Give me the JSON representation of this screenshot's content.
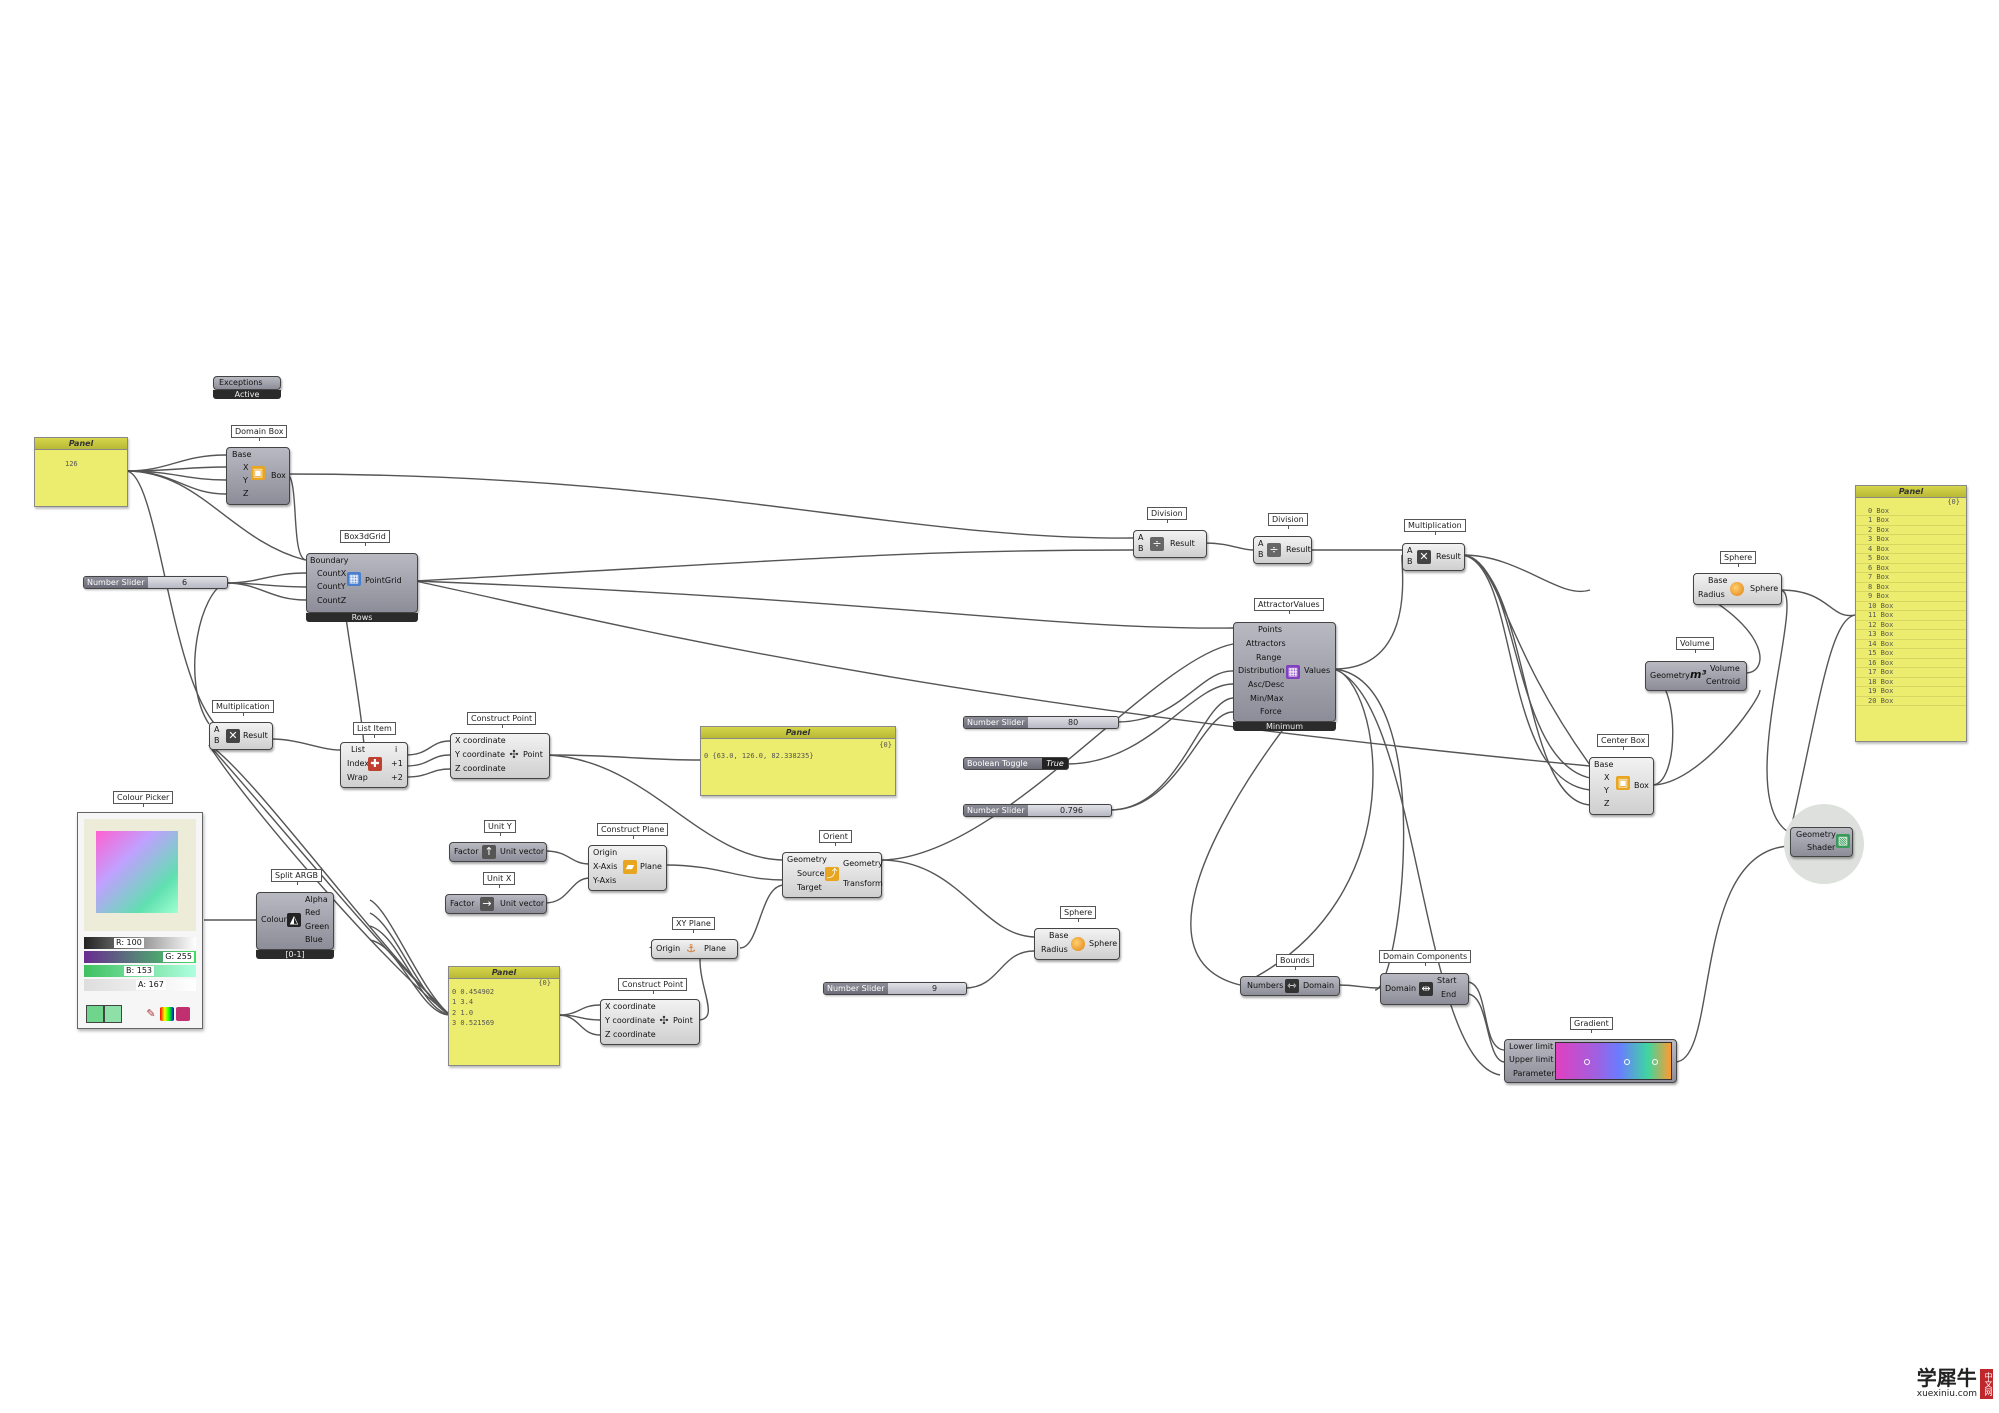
{
  "components": {
    "exceptions": {
      "name": "Exceptions",
      "state": "Active"
    },
    "panel_input": {
      "title": "Panel",
      "content": "126"
    },
    "domain_box": {
      "label": "Domain Box",
      "inputs": [
        "Base",
        "X",
        "Y",
        "Z"
      ],
      "outputs": [
        "Box"
      ]
    },
    "box3dgrid": {
      "label": "Box3dGrid",
      "inputs": [
        "Boundary",
        "CountX",
        "CountY",
        "CountZ"
      ],
      "outputs": [
        "PointGrid"
      ],
      "footer": "Rows"
    },
    "slider_count": {
      "name": "Number Slider",
      "value": "6"
    },
    "mult_left": {
      "label": "Multiplication",
      "inputs": [
        "A",
        "B"
      ],
      "outputs": [
        "Result"
      ]
    },
    "list_item": {
      "label": "List Item",
      "inputs": [
        "List",
        "Index",
        "Wrap"
      ],
      "outputs": [
        "i",
        "+1",
        "+2"
      ]
    },
    "construct_point_top": {
      "label": "Construct Point",
      "inputs": [
        "X coordinate",
        "Y coordinate",
        "Z coordinate"
      ],
      "outputs": [
        "Point"
      ]
    },
    "panel_point": {
      "title": "Panel",
      "header": "{0}",
      "content": "0 {63.0, 126.0, 82.338235}"
    },
    "colour_picker": {
      "label": "Colour Picker",
      "r": "R: 100",
      "g": "G: 255",
      "b": "B: 153",
      "a": "A: 167"
    },
    "split_argb": {
      "label": "Split ARGB",
      "inputs": [
        "Colour"
      ],
      "outputs": [
        "Alpha",
        "Red",
        "Green",
        "Blue"
      ],
      "footer": "[0-1]"
    },
    "unit_y": {
      "label": "Unit Y",
      "inputs": [
        "Factor"
      ],
      "outputs": [
        "Unit vector"
      ]
    },
    "unit_x": {
      "label": "Unit X",
      "inputs": [
        "Factor"
      ],
      "outputs": [
        "Unit vector"
      ]
    },
    "construct_plane": {
      "label": "Construct Plane",
      "inputs": [
        "Origin",
        "X-Axis",
        "Y-Axis"
      ],
      "outputs": [
        "Plane"
      ]
    },
    "orient": {
      "label": "Orient",
      "inputs": [
        "Geometry",
        "Source",
        "Target"
      ],
      "outputs": [
        "Geometry",
        "Transform"
      ]
    },
    "xy_plane": {
      "label": "XY Plane",
      "inputs": [
        "Origin"
      ],
      "outputs": [
        "Plane"
      ]
    },
    "panel_values": {
      "title": "Panel",
      "header": "{0}",
      "rows": [
        "0 0.454902",
        "1 3.4",
        "2 1.0",
        "3 0.521569"
      ]
    },
    "construct_point_bottom": {
      "label": "Construct Point",
      "inputs": [
        "X coordinate",
        "Y coordinate",
        "Z coordinate"
      ],
      "outputs": [
        "Point"
      ]
    },
    "sphere_mid": {
      "label": "Sphere",
      "inputs": [
        "Base",
        "Radius"
      ],
      "outputs": [
        "Sphere"
      ]
    },
    "slider_radius": {
      "name": "Number Slider",
      "value": "9"
    },
    "division_1": {
      "label": "Division",
      "inputs": [
        "A",
        "B"
      ],
      "outputs": [
        "Result"
      ]
    },
    "division_2": {
      "label": "Division",
      "inputs": [
        "A",
        "B"
      ],
      "outputs": [
        "Result"
      ]
    },
    "mult_right": {
      "label": "Multiplication",
      "inputs": [
        "A",
        "B"
      ],
      "outputs": [
        "Result"
      ]
    },
    "attractor_values": {
      "label": "AttractorValues",
      "inputs": [
        "Points",
        "Attractors",
        "Range",
        "Distribution",
        "Asc/Desc",
        "Min/Max",
        "Force"
      ],
      "outputs": [
        "Values"
      ],
      "footer": "Minimum"
    },
    "slider_range": {
      "name": "Number Slider",
      "value": "80"
    },
    "toggle": {
      "name": "Boolean Toggle",
      "value": "True"
    },
    "slider_force": {
      "name": "Number Slider",
      "value": "0.796"
    },
    "sphere_right": {
      "label": "Sphere",
      "inputs": [
        "Base",
        "Radius"
      ],
      "outputs": [
        "Sphere"
      ]
    },
    "volume": {
      "label": "Volume",
      "inputs": [
        "Geometry"
      ],
      "outputs": [
        "Volume",
        "Centroid"
      ]
    },
    "center_box": {
      "label": "Center Box",
      "inputs": [
        "Base",
        "X",
        "Y",
        "Z"
      ],
      "outputs": [
        "Box"
      ]
    },
    "custom_preview": {
      "inputs": [
        "Geometry",
        "Shader"
      ]
    },
    "bounds": {
      "label": "Bounds",
      "inputs": [
        "Numbers"
      ],
      "outputs": [
        "Domain"
      ]
    },
    "domain_components": {
      "label": "Domain Components",
      "inputs": [
        "Domain"
      ],
      "outputs": [
        "Start",
        "End"
      ]
    },
    "gradient": {
      "label": "Gradient",
      "inputs": [
        "Lower limit",
        "Upper limit",
        "Parameter"
      ]
    },
    "panel_output": {
      "title": "Panel",
      "header": "{0}",
      "rows": [
        "0 Box",
        "1 Box",
        "2 Box",
        "3 Box",
        "4 Box",
        "5 Box",
        "6 Box",
        "7 Box",
        "8 Box",
        "9 Box",
        "10 Box",
        "11 Box",
        "12 Box",
        "13 Box",
        "14 Box",
        "15 Box",
        "16 Box",
        "17 Box",
        "18 Box",
        "19 Box",
        "20 Box"
      ]
    }
  },
  "watermark": {
    "brand": "学犀牛",
    "url": "xuexiniu.com",
    "badge": "中文网"
  },
  "colors": {
    "panel": "#ecec6e",
    "component": "#9a9aa5",
    "wire": "#555555",
    "gradient": [
      "#e040c0",
      "#6a7cff",
      "#3fd6a0",
      "#ff9a30"
    ]
  }
}
